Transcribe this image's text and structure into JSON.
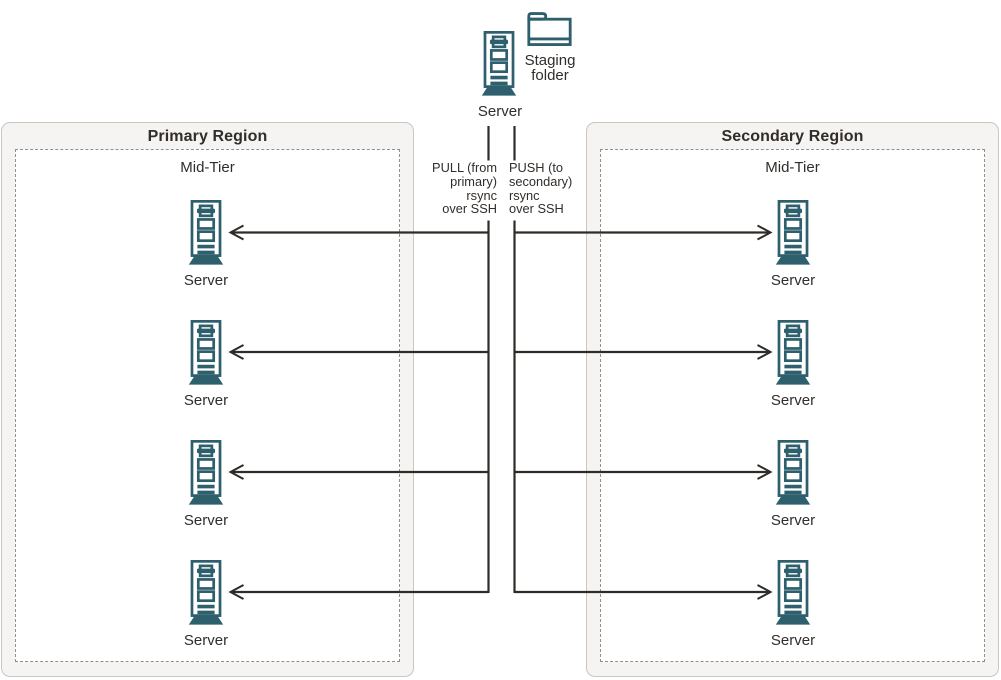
{
  "colors": {
    "icon_teal": "#2d5f6d",
    "connector_line": "#2f2c28",
    "text": "#312d2a",
    "region_fill": "#f5f4f2",
    "region_border": "#cac6c1",
    "dashed_border": "#8f8f8f"
  },
  "top_cluster": {
    "server_label": "Server",
    "staging_line1": "Staging",
    "staging_line2": "folder",
    "icons": [
      "server-tower-icon",
      "staging-folder-icon"
    ]
  },
  "flow_labels": {
    "pull": [
      "PULL (from",
      "primary)",
      "rsync",
      "over SSH"
    ],
    "push": [
      "PUSH (to",
      "secondary)",
      "rsync",
      "over SSH"
    ]
  },
  "primary_region": {
    "title": "Primary Region",
    "tier": "Mid-Tier",
    "servers": [
      "Server",
      "Server",
      "Server",
      "Server"
    ]
  },
  "secondary_region": {
    "title": "Secondary Region",
    "tier": "Mid-Tier",
    "servers": [
      "Server",
      "Server",
      "Server",
      "Server"
    ]
  }
}
